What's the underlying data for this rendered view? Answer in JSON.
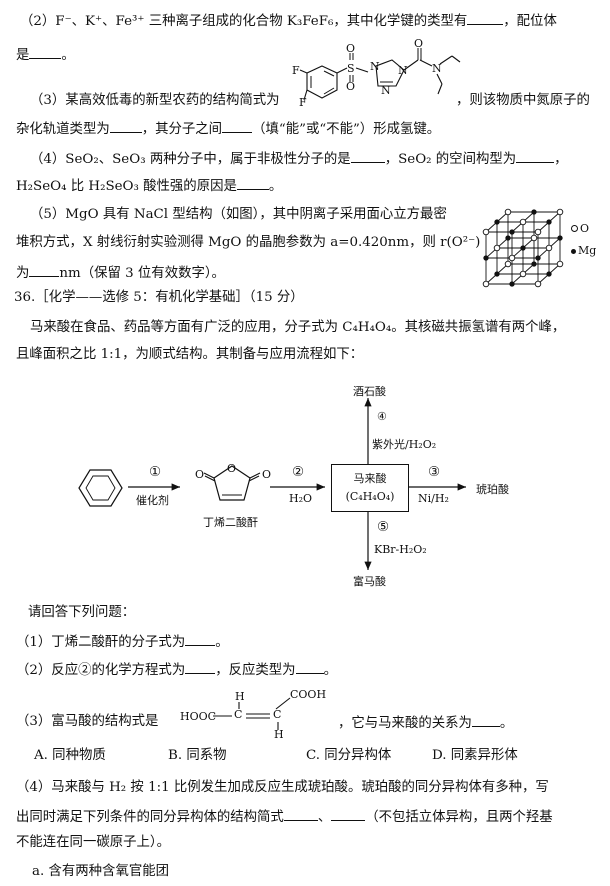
{
  "q2": {
    "text_a": "（2）F⁻、K⁺、Fe³⁺ 三种离子组成的化合物 K₃FeF₆，其中化学键的类型有",
    "text_b": "，配位体",
    "text_c": "是",
    "text_d": "。"
  },
  "q3": {
    "text_a": "（3）某高效低毒的新型农药的结构简式为",
    "text_b": "，则该物质中氮原子的",
    "text_c": "杂化轨道类型为",
    "text_d": "，其分子之间",
    "text_e": "（填“能”或“不能”）形成氢键。",
    "atoms": {
      "F1": "F",
      "F2": "F",
      "S": "S",
      "O1": "O",
      "O2": "O",
      "N1": "N",
      "N2": "N",
      "N3": "N",
      "N4": "N",
      "O3": "O"
    }
  },
  "q4": {
    "text_a": "（4）SeO₂、SeO₃ 两种分子中，属于非极性分子的是",
    "text_b": "，SeO₂ 的空间构型为",
    "text_c": "，",
    "text_d": "H₂SeO₄ 比 H₂SeO₃ 酸性强的原因是",
    "text_e": "。"
  },
  "q5": {
    "text_a": "（5）MgO 具有 NaCl 型结构（如图），其中阴离子采用面心立方最密",
    "text_b": "堆积方式，X 射线衍射实验测得 MgO 的晶胞参数为 a=0.420nm，则 r(O²⁻)",
    "text_c": "为",
    "text_d": "nm（保留 3 位有效数字）。",
    "legend_o": "O",
    "legend_mg": "Mg"
  },
  "q36": {
    "header": "36.［化学——选修 5：有机化学基础］（15 分）",
    "intro_a": "马来酸在食品、药品等方面有广泛的应用，分子式为 C₄H₄O₄。其核磁共振氢谱有两个峰，",
    "intro_b": "且峰面积之比 1:1，为顺式结构。其制备与应用流程如下："
  },
  "flow": {
    "step1": "①",
    "step1_cond": "催化剂",
    "anhydride_label": "丁烯二酸酐",
    "ring_o": "O",
    "carbonyl_o1": "O",
    "carbonyl_o2": "O",
    "step2": "②",
    "step2_cond": "H₂O",
    "box_name": "马来酸",
    "box_formula": "(C₄H₄O₄)",
    "step3": "③",
    "step3_cond": "Ni/H₂",
    "product3": "琥珀酸",
    "step4": "④",
    "step4_cond": "紫外光/H₂O₂",
    "product4": "酒石酸",
    "step5": "⑤",
    "step5_cond": "KBr-H₂O₂",
    "product5": "富马酸"
  },
  "questions": {
    "prompt": "请回答下列问题：",
    "q1_a": "（1）丁烯二酸酐的分子式为",
    "q1_b": "。",
    "q2_a": "（2）反应②的化学方程式为",
    "q2_b": "，反应类型为",
    "q2_c": "。",
    "q3_a": "（3）富马酸的结构式是",
    "q3_b": "，它与马来酸的关系为",
    "q3_c": "。",
    "fumaric": {
      "cooh_top": "COOH",
      "hooc": "HOOC",
      "h_left": "H",
      "c1": "C",
      "c2": "C",
      "h_right": "H"
    },
    "options": [
      "A. 同种物质",
      "B. 同系物",
      "C. 同分异构体",
      "D. 同素异形体"
    ],
    "q4_a": "（4）马来酸与 H₂ 按 1:1 比例发生加成反应生成琥珀酸。琥珀酸的同分异构体有多种，写",
    "q4_b": "出同时满足下列条件的同分异构体的结构简式",
    "q4_sep": "、",
    "q4_c": "（不包括立体异构，且两个羟基",
    "q4_d": "不能连在同一碳原子上）。",
    "cond_a": "a. 含有两种含氧官能团"
  }
}
